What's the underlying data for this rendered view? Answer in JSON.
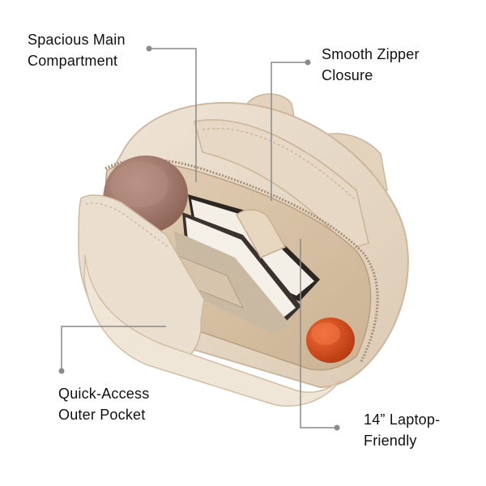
{
  "callouts": {
    "main_compartment": {
      "text": "Spacious Main\nCompartment"
    },
    "zipper": {
      "text": "Smooth Zipper\nClosure"
    },
    "outer_pocket": {
      "text": "Quick-Access\nOuter Pocket"
    },
    "laptop": {
      "text": "14” Laptop-\nFriendly"
    }
  },
  "colors": {
    "leather": "#e9dccb",
    "leather_shadow": "#cdb89e",
    "lining": "#d8c3a6",
    "bottle_brown": "#a0786b",
    "bottle_orange": "#d94a1d",
    "callout_line": "#8a8a8a"
  }
}
